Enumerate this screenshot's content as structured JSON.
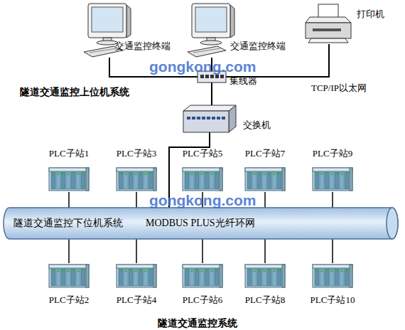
{
  "diagram": {
    "caption": "隧道交通监控系统",
    "nodes": [
      {
        "text": [
          "交通监控终端"
        ]
      },
      {
        "text": [
          "交通监控终端"
        ]
      },
      {
        "text": [
          "打印机"
        ]
      },
      {
        "text": [
          "集线器"
        ]
      },
      {
        "text": [
          "交换机"
        ]
      },
      {
        "text": [
          "PLC子站1"
        ]
      },
      {
        "text": [
          "PLC子站3"
        ]
      },
      {
        "text": [
          "PLC子站5"
        ]
      },
      {
        "text": [
          "PLC子站7"
        ]
      },
      {
        "text": [
          "PLC子站9"
        ]
      },
      {
        "text": [
          "隧道交通监控下位机系统",
          "MODBUS PLUS光纤环网"
        ]
      },
      {
        "text": [
          "PLC子站2"
        ]
      },
      {
        "text": [
          "PLC子站4"
        ]
      },
      {
        "text": [
          "PLC子站6"
        ]
      },
      {
        "text": [
          "PLC子站8"
        ]
      },
      {
        "text": [
          "PLC子站10"
        ]
      }
    ],
    "edges": [
      {
        "from": 0,
        "to": 3,
        "arrow": "none"
      },
      {
        "from": 1,
        "to": 3,
        "arrow": "none"
      },
      {
        "from": 2,
        "to": 3,
        "label": "TCP/IP以太网",
        "arrow": "none"
      },
      {
        "from": 3,
        "to": 4,
        "arrow": "none"
      },
      {
        "from": 4,
        "to": 10,
        "arrow": "none"
      },
      {
        "from": 5,
        "to": 10,
        "arrow": "none"
      },
      {
        "from": 6,
        "to": 10,
        "arrow": "none"
      },
      {
        "from": 7,
        "to": 10,
        "arrow": "none"
      },
      {
        "from": 8,
        "to": 10,
        "arrow": "none"
      },
      {
        "from": 9,
        "to": 10,
        "arrow": "none"
      },
      {
        "from": 10,
        "to": 11,
        "arrow": "none"
      },
      {
        "from": 10,
        "to": 12,
        "arrow": "none"
      },
      {
        "from": 10,
        "to": 13,
        "arrow": "none"
      },
      {
        "from": 10,
        "to": 14,
        "arrow": "none"
      },
      {
        "from": 10,
        "to": 15,
        "arrow": "none"
      }
    ],
    "labels": [
      "gongkong.com",
      "隧道交通监控上位机系统",
      "gongkong.com"
    ]
  }
}
